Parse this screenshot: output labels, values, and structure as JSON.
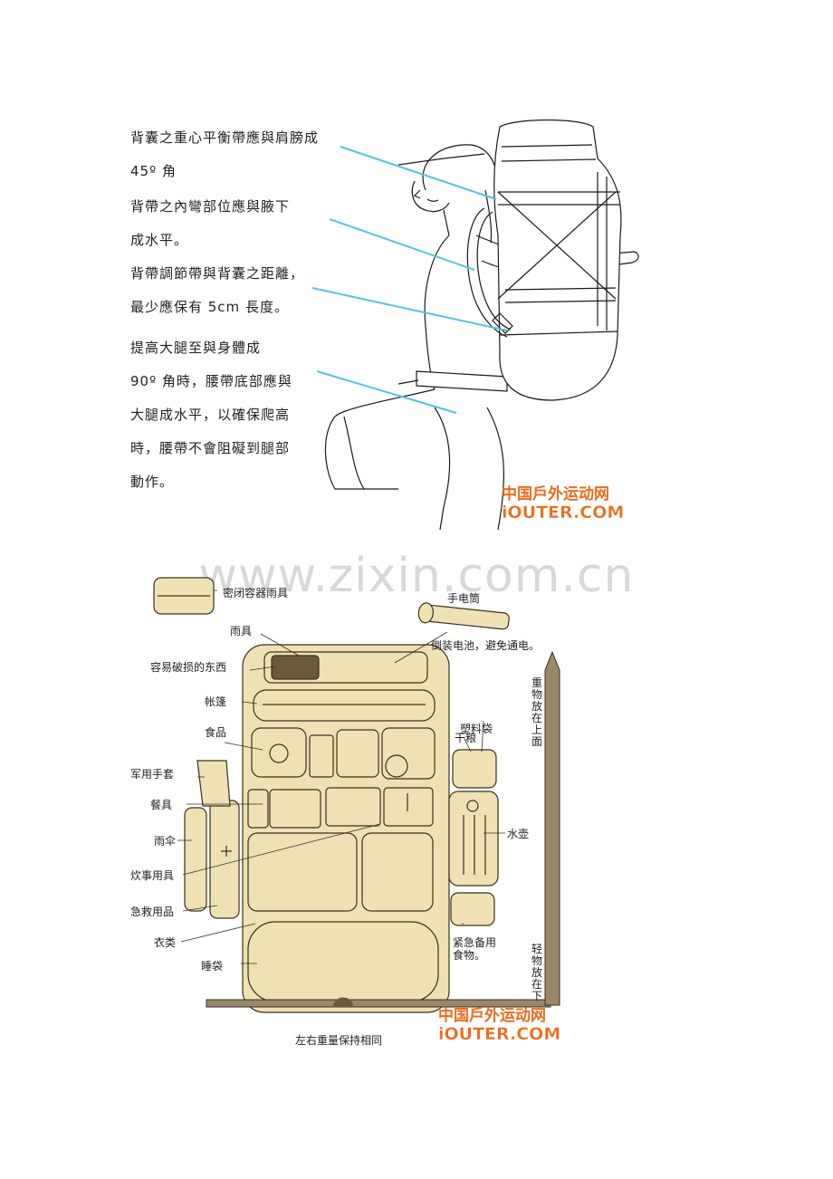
{
  "figure1": {
    "notes": [
      {
        "lines": [
          "背囊之重心平衡帶應與肩膀成",
          "45º 角"
        ]
      },
      {
        "lines": [
          "背帶之內彎部位應與腋下",
          "成水平。"
        ]
      },
      {
        "lines": [
          "背帶調節帶與背囊之距離，",
          "最少應保有 5cm 長度。"
        ]
      },
      {
        "lines": [
          "提高大腿至與身體成",
          "90º 角時，腰帶底部應與",
          "大腿成水平，以確保爬高",
          "時，腰帶不會阻礙到腿部",
          "動作。"
        ]
      }
    ],
    "logo_cn": "中国戶外运动网",
    "logo_en": "iOUTER.COM"
  },
  "watermark": "www.zixin.com.cn",
  "figure2": {
    "labels": {
      "sealed_container": "密闭容器雨具",
      "flashlight": "手电筒",
      "flashlight_note": "倒装电池，避免通电。",
      "rain_gear": "雨具",
      "fragile": "容易破损的东西",
      "tent": "帐篷",
      "food": "食品",
      "plastic_bag": "塑料袋",
      "dry_food": "干粮",
      "gloves": "军用手套",
      "tableware": "餐具",
      "umbrella": "雨伞",
      "water_bottle": "水壶",
      "cooking": "炊事用具",
      "first_aid": "急救用品",
      "clothes": "衣类",
      "emergency_food": "紧急备用\n食物。",
      "sleeping_bag": "睡袋",
      "balance": "左右重量保持相同",
      "heavy_top": "重物放在上面",
      "light_bottom": "轻物放在下"
    },
    "logo_cn": "中国戶外运动网",
    "logo_en": "iOUTER.COM",
    "colors": {
      "fill": "#efe1b3",
      "line": "#3a3020",
      "pole": "#9b876c"
    }
  }
}
